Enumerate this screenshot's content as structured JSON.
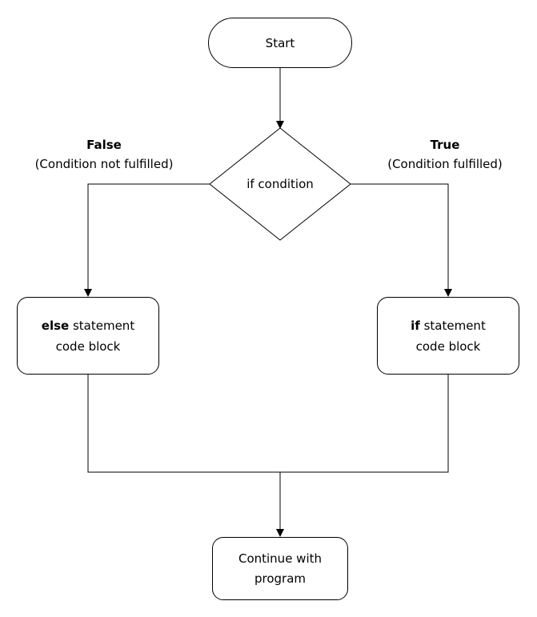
{
  "diagram": {
    "nodes": {
      "start": {
        "label": "Start"
      },
      "condition": {
        "label": "if condition"
      },
      "else_box": {
        "keyword": "else",
        "rest": " statement",
        "line2": "code block"
      },
      "if_box": {
        "keyword": "if",
        "rest": " statement",
        "line2": "code block"
      },
      "continue_box": {
        "line1": "Continue with",
        "line2": "program"
      }
    },
    "branches": {
      "false": {
        "label": "False",
        "sublabel": "(Condition not fulfilled)"
      },
      "true": {
        "label": "True",
        "sublabel": "(Condition fulfilled)"
      }
    },
    "colors": {
      "line": "#000000",
      "background": "#ffffff",
      "text": "#000000"
    }
  }
}
